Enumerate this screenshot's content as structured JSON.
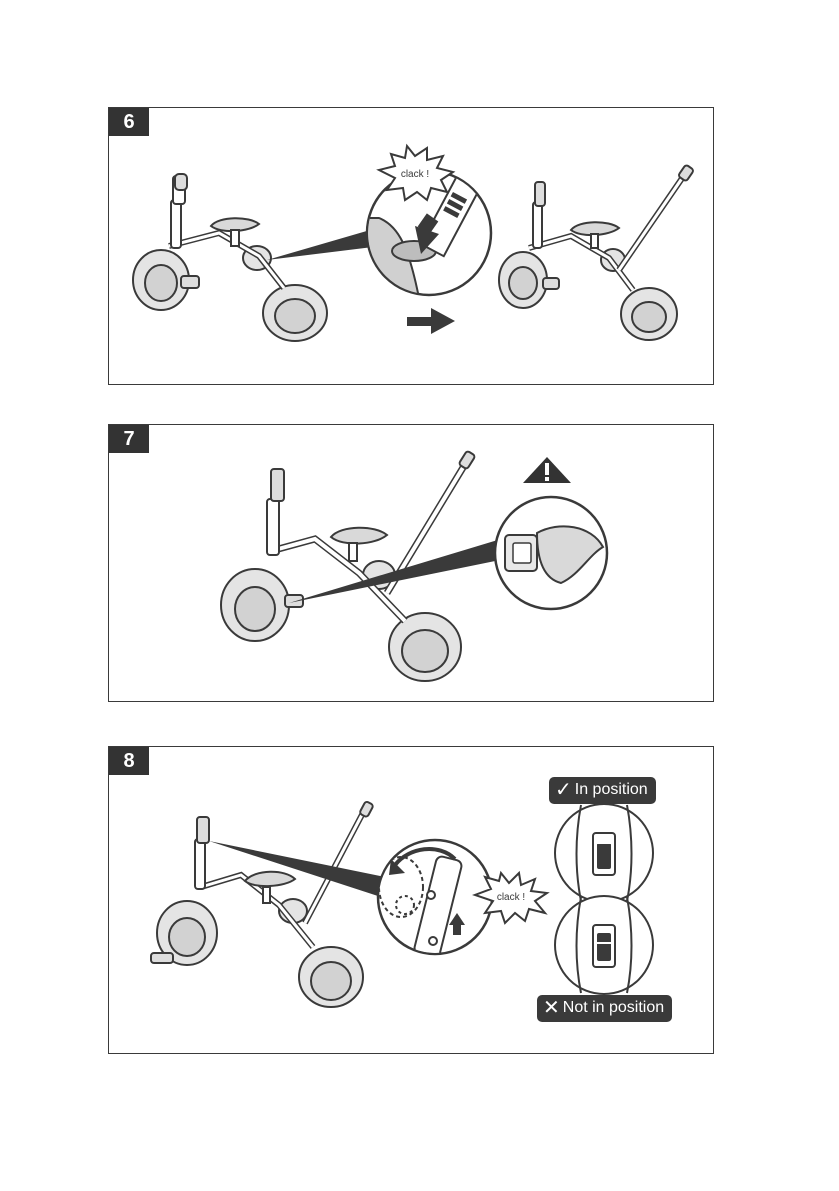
{
  "steps": [
    {
      "number": "6",
      "sound": "clack !"
    },
    {
      "number": "7"
    },
    {
      "number": "8",
      "sound": "clack !",
      "status_ok": "In position",
      "status_bad": "Not in position",
      "icon_ok": "check-icon",
      "icon_bad": "cross-icon"
    }
  ],
  "icons": {
    "warning": "warning-triangle-icon",
    "arrow": "arrow-right-icon"
  },
  "colors": {
    "badge": "#333333",
    "line": "#3a3a3a",
    "fill": "#d9d9d9"
  }
}
